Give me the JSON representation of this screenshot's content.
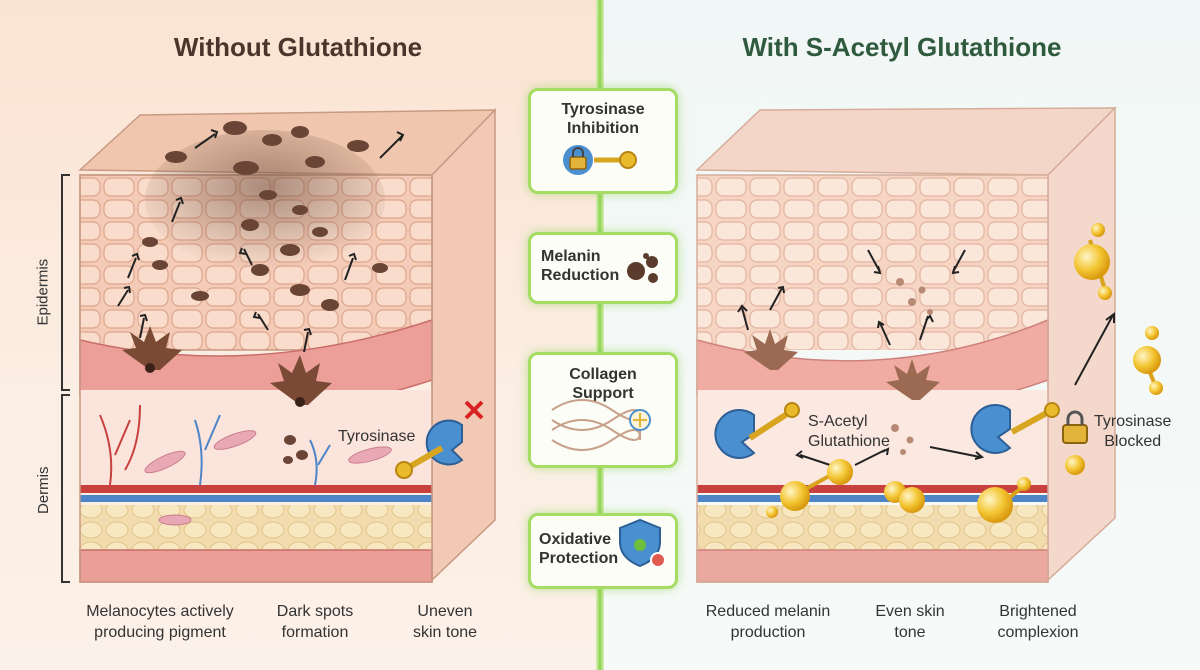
{
  "left_panel": {
    "title": "Without Glutathione",
    "epidermis_label": "Epidermis",
    "dermis_label": "Dermis",
    "tyrosinase_label": "Tyrosinase",
    "captions": [
      {
        "line1": "Melanocytes actively",
        "line2": "producing pigment"
      },
      {
        "line1": "Dark spots",
        "line2": "formation"
      },
      {
        "line1": "Uneven",
        "line2": "skin tone"
      }
    ]
  },
  "right_panel": {
    "title": "With S-Acetyl Glutathione",
    "glutathione_label_1": "S-Acetyl",
    "glutathione_label_2": "Glutathione",
    "blocked_label_1": "Tyrosinase",
    "blocked_label_2": "Blocked",
    "captions": [
      {
        "line1": "Reduced melanin",
        "line2": "production"
      },
      {
        "line1": "Even skin",
        "line2": "tone"
      },
      {
        "line1": "Brightened",
        "line2": "complexion"
      }
    ]
  },
  "benefits": [
    {
      "line1": "Tyrosinase",
      "line2": "Inhibition",
      "icon": "lock-key-icon"
    },
    {
      "line1": "Melanin",
      "line2": "Reduction",
      "icon": "melanin-dots-icon"
    },
    {
      "line1": "Collagen",
      "line2": "Support",
      "icon": "collagen-fibers-icon"
    },
    {
      "line1": "Oxidative",
      "line2": "Protection",
      "icon": "shield-icon"
    }
  ],
  "colors": {
    "divider": "#8fd14f",
    "card_border": "#a4dc64",
    "left_title": "#4a352c",
    "right_title": "#2f5a3d",
    "melanin": "#5a3b2c",
    "glutathione": "#f1c232",
    "enzyme": "#4a8fd0"
  }
}
